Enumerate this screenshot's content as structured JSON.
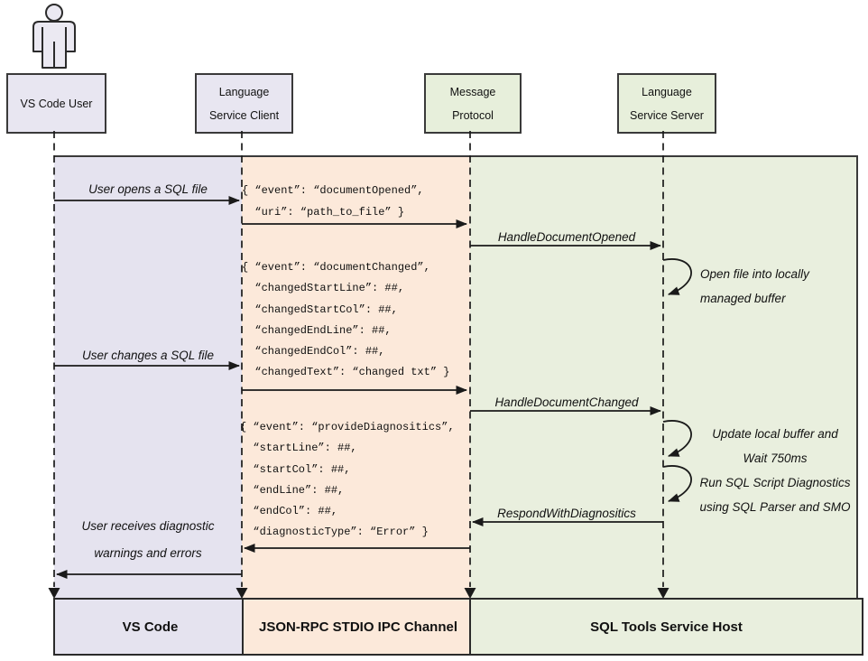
{
  "header": {
    "actors": [
      {
        "label": "VS Code User"
      },
      {
        "label": [
          "Language",
          "Service Client"
        ]
      },
      {
        "label": [
          "Message",
          "Protocol"
        ]
      },
      {
        "label": [
          "Language",
          "Service Server"
        ]
      }
    ]
  },
  "flows": {
    "user_opens": "User opens a SQL file",
    "user_changes": "User changes a SQL file",
    "user_receives": [
      "User receives diagnostic",
      "warnings and errors"
    ],
    "handle_document_opened": "HandleDocumentOpened",
    "handle_document_changed": "HandleDocumentChanged",
    "respond_with_diagnostics": "RespondWithDiagnositics"
  },
  "notes": {
    "open_file": [
      "Open file into locally",
      "managed buffer"
    ],
    "update_buffer": [
      "Update local buffer and",
      "Wait 750ms"
    ],
    "run_diagnostics": [
      "Run SQL Script Diagnostics",
      "using SQL Parser and SMO"
    ]
  },
  "payloads": {
    "document_opened": [
      "{ “event”: “documentOpened”,",
      "  “uri”: “path_to_file” }"
    ],
    "document_changed": [
      "{ “event”: “documentChanged”,",
      "  “changedStartLine”: ##,",
      "  “changedStartCol”: ##,",
      "  “changedEndLine”: ##,",
      "  “changedEndCol”: ##,",
      "  “changedText”: “changed txt” }"
    ],
    "provide_diagnostics": [
      "{ “event”: “provideDiagnositics”,",
      "  “startLine”: ##,",
      "  “startCol”: ##,",
      "  “endLine”: ##,",
      "  “endCol”: ##,",
      "  “diagnosticType”: “Error” }"
    ]
  },
  "footer": {
    "boxes": [
      "VS Code",
      "JSON-RPC STDIO IPC Channel",
      "SQL Tools Service Host"
    ]
  },
  "colors": {
    "lane_vscode": "#e5e3ef",
    "lane_ipc": "#fce9da",
    "lane_host": "#e9efde",
    "box_border": "#3a3a3a",
    "line": "#1a1a1a"
  }
}
